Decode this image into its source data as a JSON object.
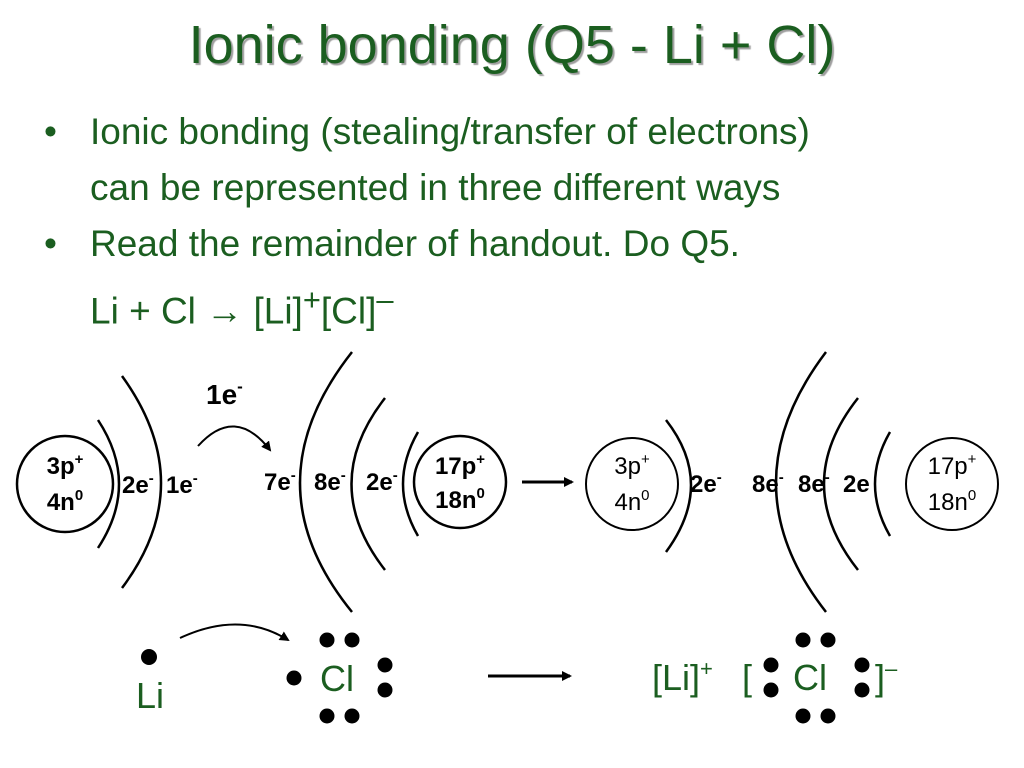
{
  "title": "Ionic bonding (Q5 - Li + Cl)",
  "bullets": [
    {
      "marker": "•",
      "line1": "Ionic bonding (stealing/transfer of electrons)",
      "line2": "can be represented in three different ways"
    },
    {
      "marker": "•",
      "line1": "Read the remainder of handout.  Do Q5.",
      "line2": ""
    }
  ],
  "equation": {
    "reactants": "Li + Cl → [Li]",
    "cation_charge": "+",
    "anion": "[Cl]",
    "anion_charge": "–"
  },
  "transfer_label": {
    "base": "1e",
    "sup": "-"
  },
  "before": {
    "li_nucleus": {
      "p": "3p",
      "p_sup": "+",
      "n": "4n",
      "n_sup": "0"
    },
    "li_shells": [
      {
        "base": "2e",
        "sup": "-"
      },
      {
        "base": "1e",
        "sup": "-"
      }
    ],
    "cl_shells": [
      {
        "base": "7e",
        "sup": "-"
      },
      {
        "base": "8e",
        "sup": "-"
      },
      {
        "base": "2e",
        "sup": "-"
      }
    ],
    "cl_nucleus": {
      "p": "17p",
      "p_sup": "+",
      "n": "18n",
      "n_sup": "0"
    }
  },
  "after": {
    "li_nucleus": {
      "p": "3p",
      "p_sup": "+",
      "n": "4n",
      "n_sup": "0"
    },
    "li_shells": [
      {
        "base": "2e",
        "sup": "-"
      }
    ],
    "cl_shells": [
      {
        "base": "8e",
        "sup": "-"
      },
      {
        "base": "8e",
        "sup": "-"
      },
      {
        "base": "2e",
        "sup": ""
      }
    ],
    "cl_nucleus": {
      "p": "17p",
      "p_sup": "+",
      "n": "18n",
      "n_sup": "0"
    }
  },
  "lewis": {
    "li_symbol": "Li",
    "cl_symbol": "Cl",
    "product_cation": "[Li]",
    "product_cation_charge": "+",
    "open_bracket": "[",
    "product_anion": "Cl",
    "close_bracket": "]",
    "product_anion_charge": "–"
  },
  "colors": {
    "title": "#1b5e20",
    "text": "#1b5e20",
    "diagram": "#000000"
  }
}
